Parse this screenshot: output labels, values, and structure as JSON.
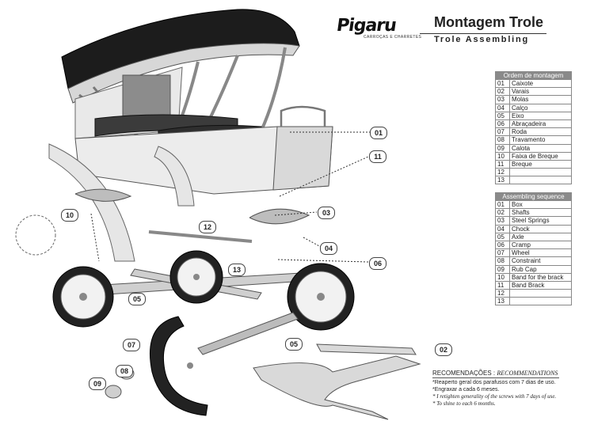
{
  "brand": {
    "logo": "Pigaru",
    "subtitle": "CARROÇAS E CHARRETES"
  },
  "title": {
    "pt": "Montagem Trole",
    "en": "Trole Assembling"
  },
  "order_pt": {
    "header": "Ordem de montagem",
    "rows": [
      {
        "n": "01",
        "label": "Caixote"
      },
      {
        "n": "02",
        "label": "Varais"
      },
      {
        "n": "03",
        "label": "Molas"
      },
      {
        "n": "04",
        "label": "Calço"
      },
      {
        "n": "05",
        "label": "Eixo"
      },
      {
        "n": "06",
        "label": "Abraçadeira"
      },
      {
        "n": "07",
        "label": "Roda"
      },
      {
        "n": "08",
        "label": "Travamento"
      },
      {
        "n": "09",
        "label": "Calota"
      },
      {
        "n": "10",
        "label": "Faixa de Breque"
      },
      {
        "n": "11",
        "label": "Breque"
      },
      {
        "n": "12",
        "label": ""
      },
      {
        "n": "13",
        "label": ""
      }
    ]
  },
  "order_en": {
    "header": "Assembling sequence",
    "rows": [
      {
        "n": "01",
        "label": "Box"
      },
      {
        "n": "02",
        "label": "Shafts"
      },
      {
        "n": "03",
        "label": "Steel Springs"
      },
      {
        "n": "04",
        "label": "Chock"
      },
      {
        "n": "05",
        "label": "Axle"
      },
      {
        "n": "06",
        "label": "Cramp"
      },
      {
        "n": "07",
        "label": "Wheel"
      },
      {
        "n": "08",
        "label": "Constraint"
      },
      {
        "n": "09",
        "label": "Rub Cap"
      },
      {
        "n": "10",
        "label": "Band for the brack"
      },
      {
        "n": "11",
        "label": "Band Brack"
      },
      {
        "n": "12",
        "label": ""
      },
      {
        "n": "13",
        "label": ""
      }
    ]
  },
  "recommendations": {
    "title_pt": "RECOMENDAÇÕES :",
    "title_en": "RECOMMENDATIONS",
    "lines_pt": [
      "*Reaperto geral dos parafusos com 7 dias de uso.",
      "*Engraxar a cada 6 meses."
    ],
    "lines_en": [
      "* I retighten generality of the screws with 7 days of use.",
      "* To shine to each 6 months."
    ]
  },
  "callouts": [
    "01",
    "02",
    "03",
    "04",
    "05",
    "06",
    "07",
    "08",
    "09",
    "10",
    "11",
    "12",
    "13",
    "05"
  ]
}
